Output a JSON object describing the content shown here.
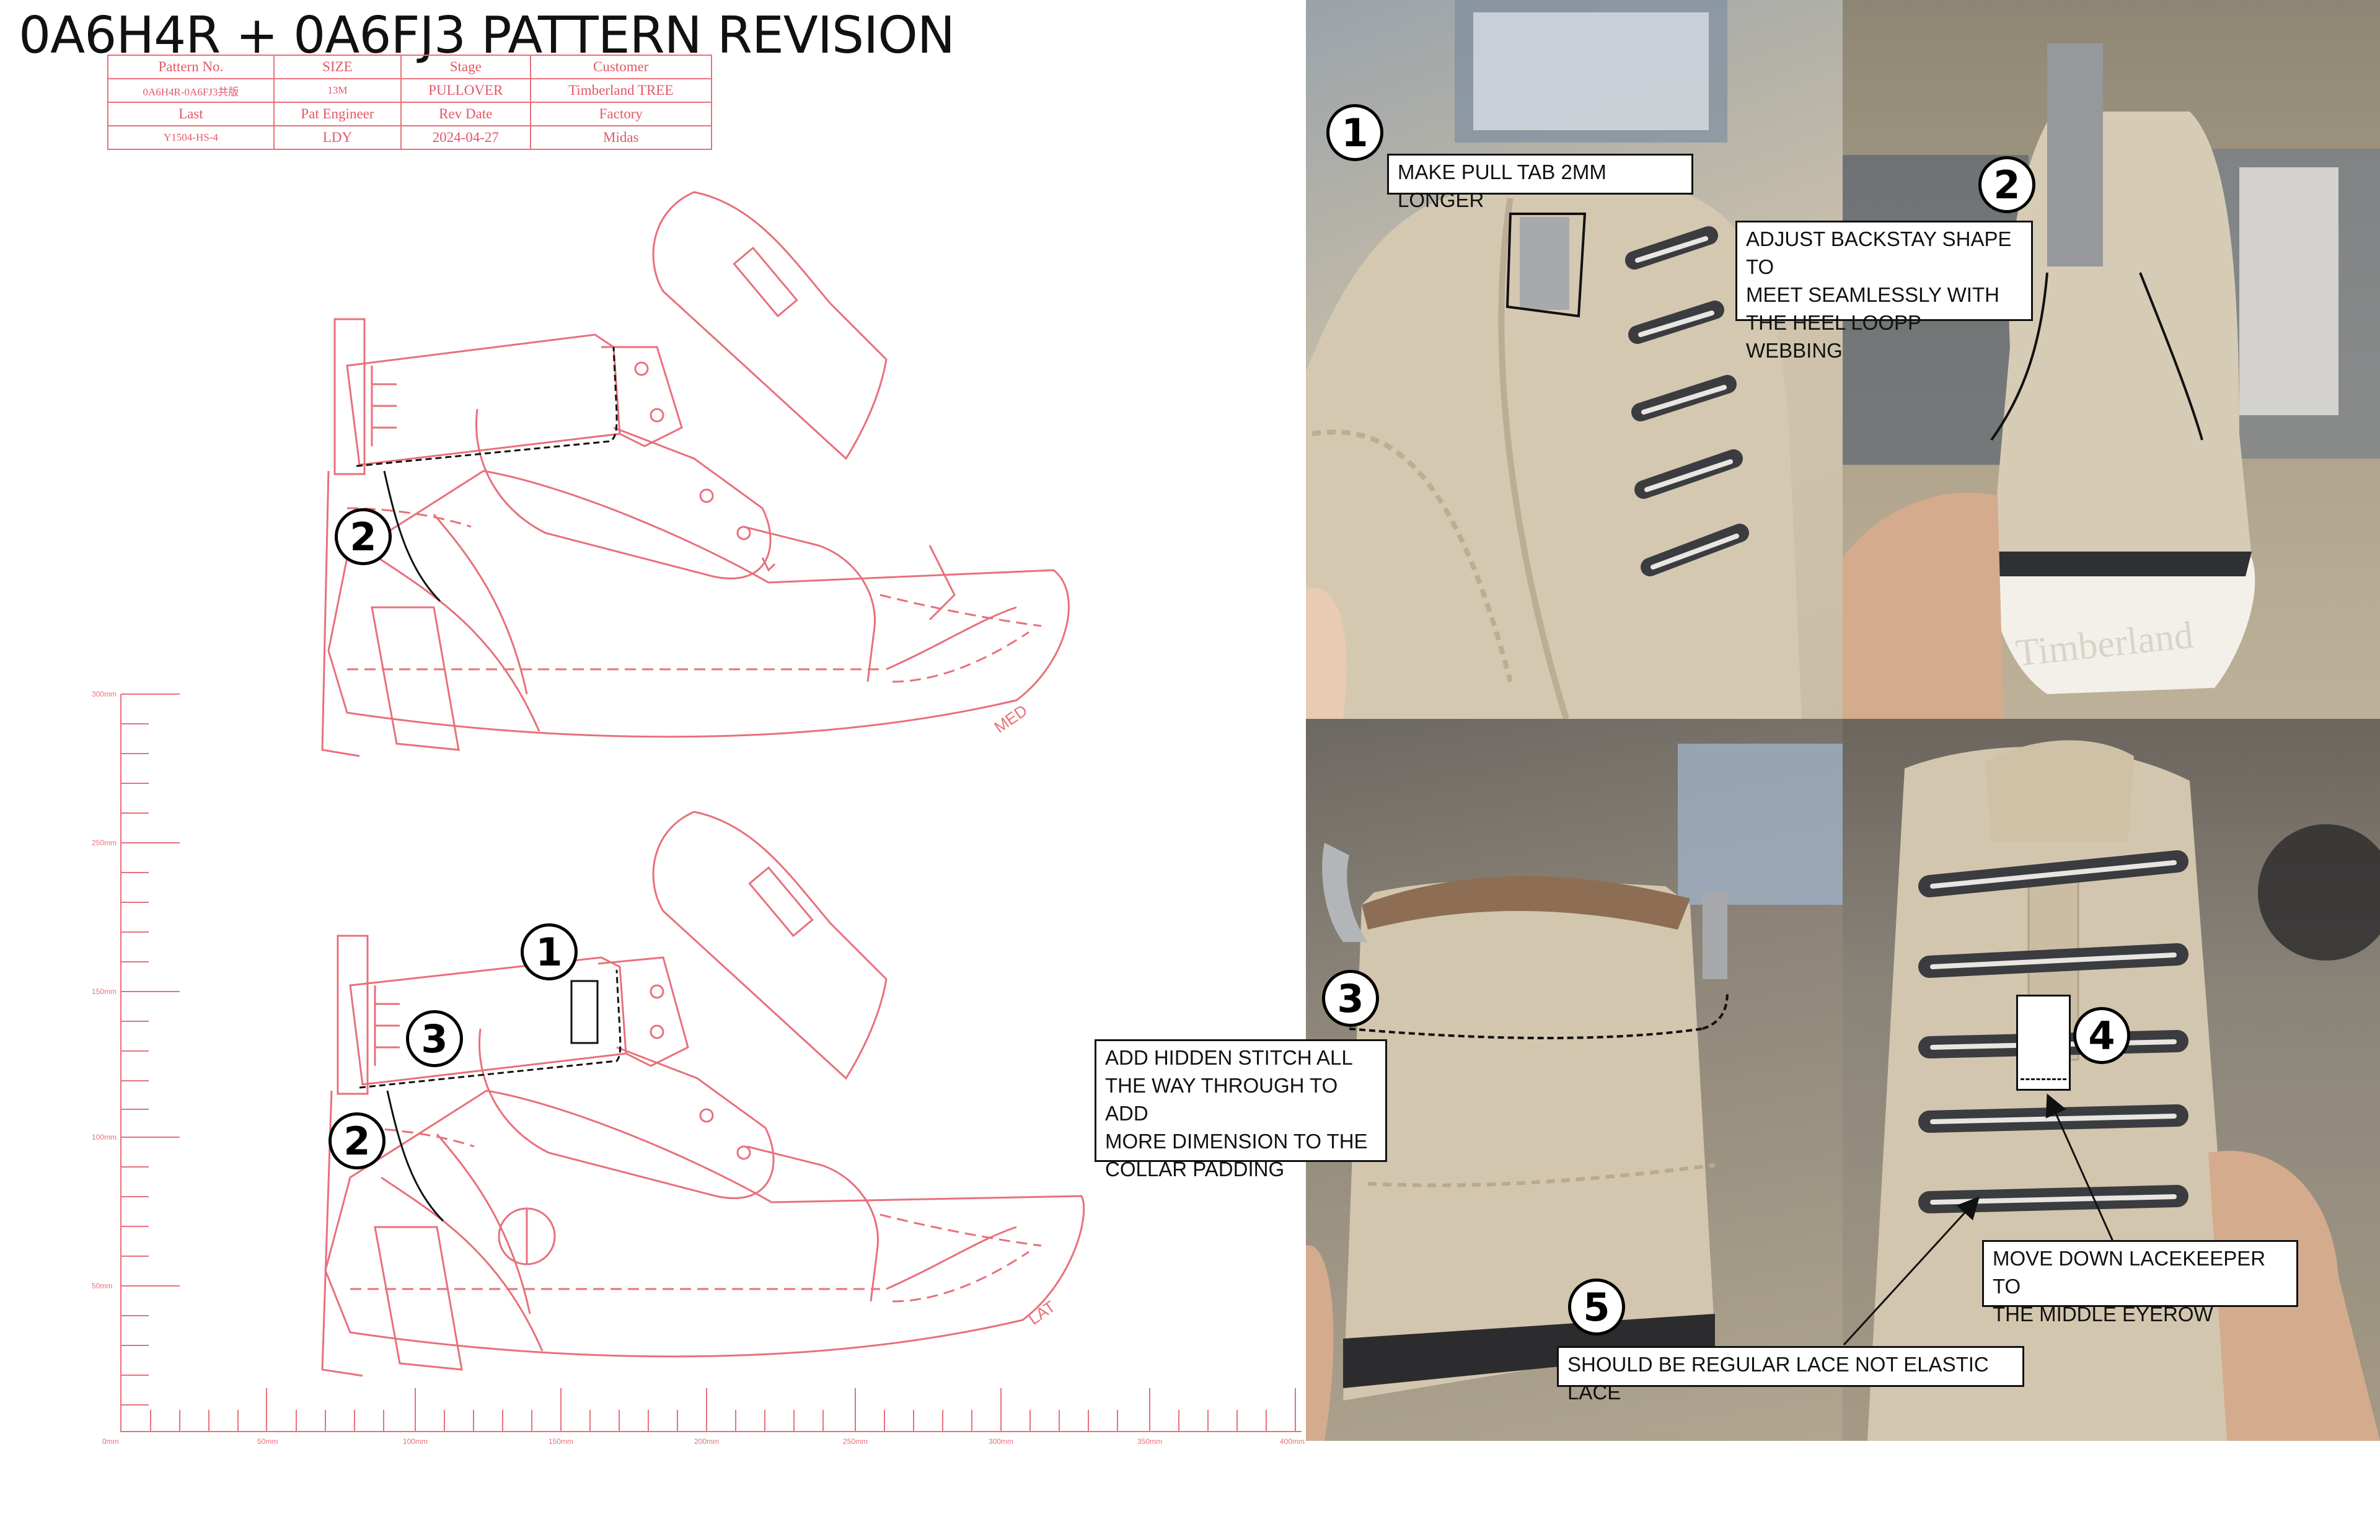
{
  "title": "0A6H4R + 0A6FJ3 PATTERN REVISION",
  "spec_table": {
    "row1": [
      "Pattern No.",
      "SIZE",
      "Stage",
      "Customer"
    ],
    "row2": [
      "0A6H4R-0A6FJ3共版",
      "13M",
      "PULLOVER",
      "Timberland TREE"
    ],
    "row3": [
      "Last",
      "Pat Engineer",
      "Rev Date",
      "Factory"
    ],
    "row4": [
      "Y1504-HS-4",
      "LDY",
      "2024-04-27",
      "Midas"
    ]
  },
  "pattern_labels": {
    "medial": "MED",
    "lateral": "LAT"
  },
  "ruler": {
    "y_labels": [
      "300mm",
      "250mm",
      "150mm",
      "100mm",
      "50mm"
    ],
    "x_labels": [
      "0mm",
      "50mm",
      "100mm",
      "150mm",
      "200mm",
      "250mm",
      "300mm",
      "350mm",
      "400mm"
    ]
  },
  "markers": {
    "one": "1",
    "two": "2",
    "three": "3",
    "four": "4",
    "five": "5"
  },
  "callouts": {
    "pull_tab": "MAKE PULL TAB 2MM LONGER",
    "backstay_l1": "ADJUST BACKSTAY SHAPE TO",
    "backstay_l2": "MEET SEAMLESSLY WITH",
    "backstay_l3": "THE HEEL LOOPP WEBBING",
    "stitch_l1": "ADD HIDDEN STITCH ALL",
    "stitch_l2": "THE WAY THROUGH TO ADD",
    "stitch_l3": "MORE DIMENSION TO THE",
    "stitch_l4": "COLLAR PADDING",
    "lacekeeper_l1": "MOVE DOWN LACEKEEPER TO",
    "lacekeeper_l2": "THE MIDDLE EYEROW",
    "lace": "SHOULD BE REGULAR LACE NOT ELASTIC LACE"
  },
  "photo_text": {
    "heel_brand": "Timberland"
  },
  "colors": {
    "pattern_line": "#e8707a",
    "suede": "#cfc3ad"
  }
}
